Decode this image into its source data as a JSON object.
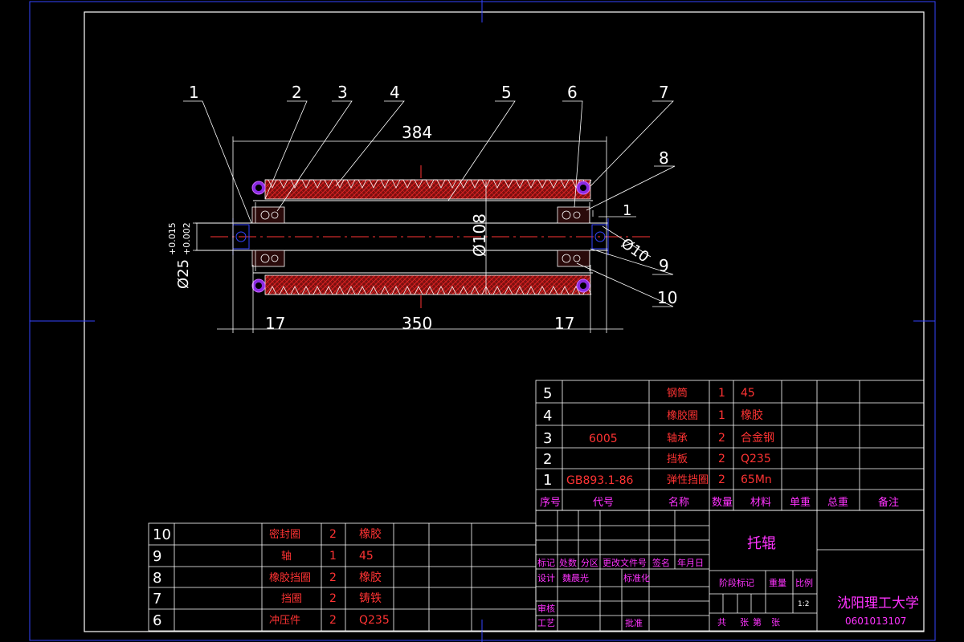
{
  "drawing": {
    "dims": {
      "overall_length": "384",
      "center_length": "350",
      "left_end": "17",
      "right_end": "17",
      "diameter": "Ø108",
      "shaft_diameter": "Ø25",
      "tol_upper": "+0.015",
      "tol_lower": "+0.002",
      "small_diameter": "Ø10",
      "gap": "1"
    },
    "callouts": [
      "1",
      "2",
      "3",
      "4",
      "5",
      "6",
      "7",
      "8",
      "9",
      "10"
    ]
  },
  "bom_upper": {
    "rows": [
      {
        "no": "5",
        "code": "",
        "name": "钢筒",
        "qty": "1",
        "material": "45"
      },
      {
        "no": "4",
        "code": "",
        "name": "橡胶圈",
        "qty": "1",
        "material": "橡胶"
      },
      {
        "no": "3",
        "code": "6005",
        "name": "轴承",
        "qty": "2",
        "material": "合金钢"
      },
      {
        "no": "2",
        "code": "",
        "name": "挡板",
        "qty": "2",
        "material": "Q235"
      },
      {
        "no": "1",
        "code": "GB893.1-86",
        "name": "弹性挡圈",
        "qty": "2",
        "material": "65Mn"
      }
    ],
    "header": {
      "no": "序号",
      "code": "代号",
      "name": "名称",
      "qty": "数量",
      "material": "材料",
      "unit_wt": "单重",
      "total_wt": "总重",
      "remark": "备注"
    }
  },
  "bom_lower": {
    "rows": [
      {
        "no": "10",
        "name": "密封圈",
        "qty": "2",
        "material": "橡胶"
      },
      {
        "no": "9",
        "name": "轴",
        "qty": "1",
        "material": "45"
      },
      {
        "no": "8",
        "name": "橡胶挡圈",
        "qty": "2",
        "material": "橡胶"
      },
      {
        "no": "7",
        "name": "挡圈",
        "qty": "2",
        "material": "铸铁"
      },
      {
        "no": "6",
        "name": "冲压件",
        "qty": "2",
        "material": "Q235"
      }
    ]
  },
  "title_block": {
    "part_name": "托辊",
    "school": "沈阳理工大学",
    "drawing_no": "0601013107",
    "scale": "1:2",
    "designer": "魏晨光",
    "labels": {
      "mark": "标记",
      "count": "处数",
      "zone": "分区",
      "doc": "更改文件号",
      "sign": "签名",
      "date": "年月日",
      "design": "设计",
      "standard": "标准化",
      "review": "审核",
      "process": "工艺",
      "approve": "批准",
      "stage": "阶段标记",
      "weight": "重量",
      "ratio": "比例",
      "total": "共",
      "sheets": "张",
      "page": "第",
      "sheet": "张"
    }
  }
}
